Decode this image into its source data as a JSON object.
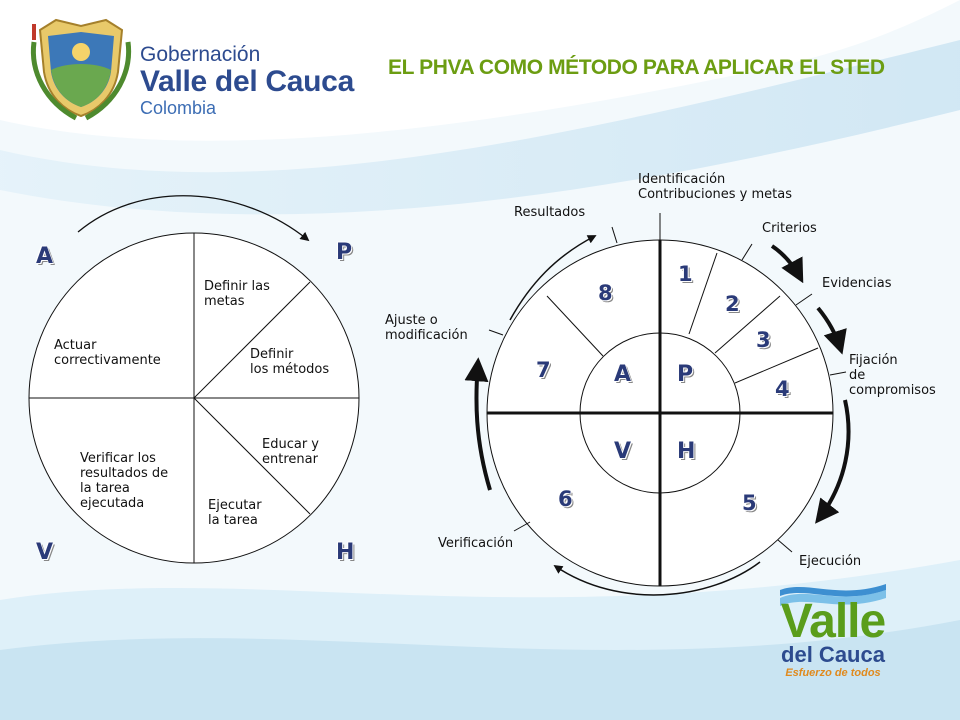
{
  "header": {
    "logo": {
      "line1": "Gobernación",
      "line2": "Valle del Cauca",
      "line3": "Colombia",
      "icon": "coat-of-arms"
    },
    "title": "EL PHVA COMO MÉTODO PARA APLICAR EL STED"
  },
  "left_diagram": {
    "letters": {
      "a": "A",
      "p": "P",
      "v": "V",
      "h": "H"
    },
    "segments": [
      "Definir las\nmetas",
      "Definir\nlos métodos",
      "Educar y\nentrenar",
      "Ejecutar\nla tarea",
      "Verificar los\nresultados de\nla tarea\nejecutada",
      "Actuar\ncorrectivamente"
    ]
  },
  "right_diagram": {
    "inner": {
      "a": "A",
      "p": "P",
      "v": "V",
      "h": "H"
    },
    "numbers": [
      "1",
      "2",
      "3",
      "4",
      "5",
      "6",
      "7",
      "8"
    ],
    "labels": {
      "identificacion": "Identificación\nContribuciones y metas",
      "criterios": "Criterios",
      "evidencias": "Evidencias",
      "fijacion": "Fijación\nde\ncompromisos",
      "ejecucion": "Ejecución",
      "verificacion": "Verificación",
      "ajuste": "Ajuste o\nmodificación",
      "resultados": "Resultados"
    }
  },
  "brand": {
    "line1": "Valle",
    "line2": "del Cauca",
    "line3": "Esfuerzo de todos"
  },
  "colors": {
    "title": "#6c9d12",
    "logo_text": "#2d4b8f",
    "letters": "#2a3a78",
    "wave": "#d6ebf6"
  }
}
